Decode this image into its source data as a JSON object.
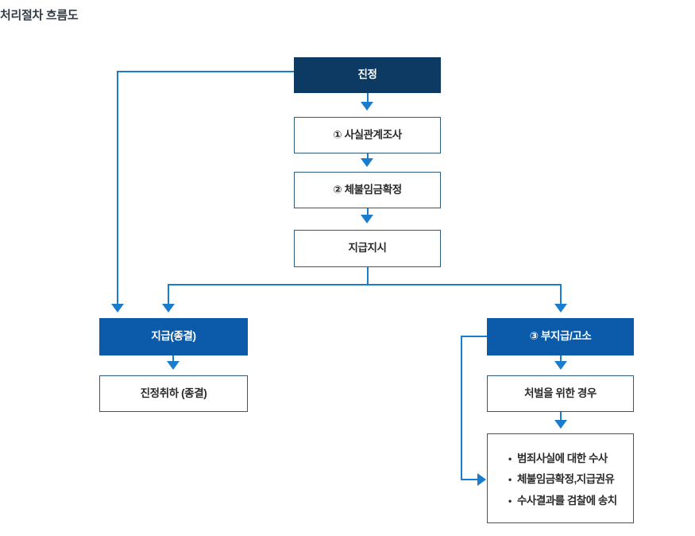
{
  "page": {
    "title": "처리절차 흐름도",
    "background": "#ffffff"
  },
  "colors": {
    "navy": "#0d3a63",
    "blue": "#0b5baa",
    "connector": "#1a7ccc",
    "box_border": "#2f5a7a",
    "title_text": "#333b45",
    "body_text": "#2b2b2b"
  },
  "nodes": {
    "complaint": {
      "label": "진정",
      "style": "dark"
    },
    "fact_survey": {
      "label": "① 사실관계조사",
      "style": "plain"
    },
    "wage_determine": {
      "label": "② 체불임금확정",
      "style": "plain"
    },
    "payment_order": {
      "label": "지급지시",
      "style": "plain"
    },
    "payment_close": {
      "label": "지급(종결)",
      "style": "blue"
    },
    "complaint_withdraw": {
      "label": "진정취하 (종결)",
      "style": "plain"
    },
    "nonpayment_accuse": {
      "label": "③ 부지급/고소",
      "style": "blue"
    },
    "punishment_case": {
      "label": "처벌을 위한 경우",
      "style": "plain"
    },
    "investigation_list": {
      "style": "plain",
      "items": [
        "범죄사실에 대한 수사",
        "체불임금확정,지급권유",
        "수사결과를 검찰에 송치"
      ]
    }
  },
  "flow": {
    "edges": [
      {
        "from": "complaint",
        "to": "fact_survey"
      },
      {
        "from": "fact_survey",
        "to": "wage_determine"
      },
      {
        "from": "wage_determine",
        "to": "payment_order"
      },
      {
        "from": "payment_order",
        "to": "payment_close"
      },
      {
        "from": "payment_order",
        "to": "nonpayment_accuse"
      },
      {
        "from": "complaint",
        "to": "payment_close"
      },
      {
        "from": "payment_close",
        "to": "complaint_withdraw"
      },
      {
        "from": "nonpayment_accuse",
        "to": "punishment_case"
      },
      {
        "from": "punishment_case",
        "to": "investigation_list"
      },
      {
        "from": "nonpayment_accuse",
        "to": "investigation_list"
      }
    ]
  }
}
